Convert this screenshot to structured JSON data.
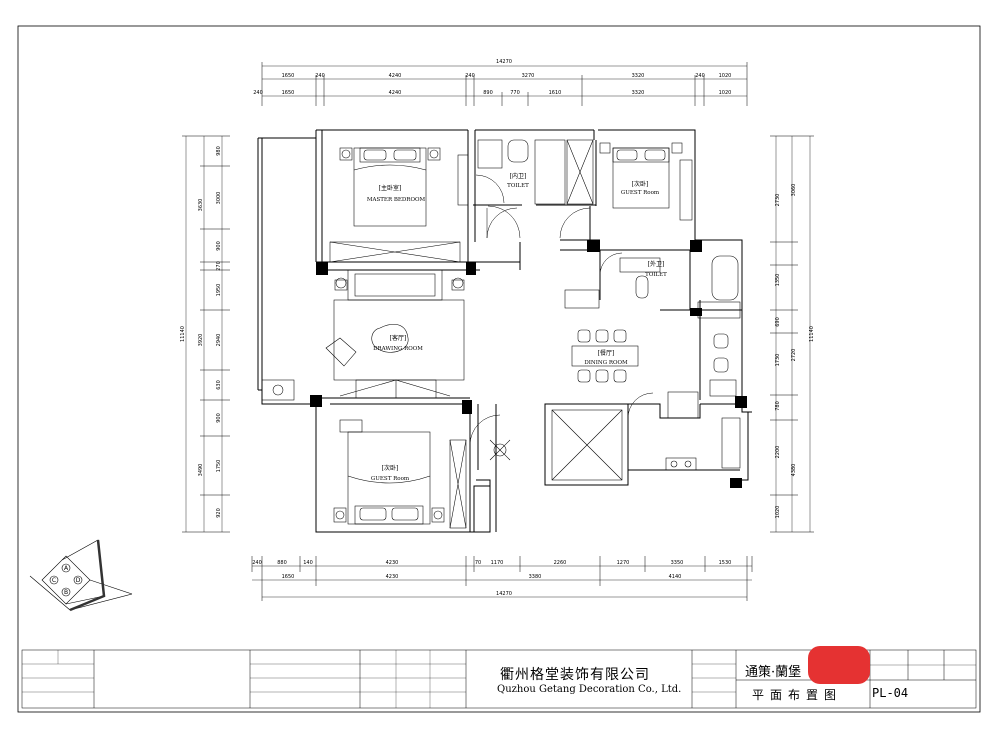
{
  "dimensions": {
    "top_total": "14270",
    "top_row1": [
      "1650",
      "240",
      "4240",
      "240",
      "3270",
      "3320",
      "240",
      "1020"
    ],
    "top_row2": [
      "240",
      "1650",
      "4240",
      "890",
      "770",
      "1610",
      "3320",
      "1020"
    ],
    "bottom_row1": [
      "240",
      "880",
      "140",
      "4230",
      "70",
      "1170",
      "2260",
      "1270",
      "3350",
      "1530"
    ],
    "bottom_row2": [
      "1650",
      "4230",
      "3380",
      "4140"
    ],
    "bottom_total": "14270",
    "left_total": "11140",
    "left_row": [
      "980",
      "3000",
      "900",
      "270",
      "1950",
      "2940",
      "630",
      "900",
      "1750",
      "920"
    ],
    "left_sub": [
      "3630",
      "3920",
      "3490"
    ],
    "right_total": "11140",
    "right_row": [
      "2730",
      "1350",
      "690",
      "1730",
      "780",
      "2200",
      "1020"
    ],
    "right_sub": [
      "3060",
      "2720",
      "4380"
    ]
  },
  "rooms": {
    "master_cn": "[主卧室]",
    "master_en": "MASTER BEDROOM",
    "toilet_in_cn": "[内卫]",
    "toilet_in_en": "TOILET",
    "guest_top_cn": "[次卧]",
    "guest_top_en": "GUEST Room",
    "toilet_out_cn": "[外卫]",
    "toilet_out_en": "TOILET",
    "living_cn": "[客厅]",
    "living_en": "DRAWING ROOM",
    "dining_cn": "[餐厅]",
    "dining_en": "DINING ROOM",
    "guest_bottom_cn": "[次卧]",
    "guest_bottom_en": "GUEST Room"
  },
  "compass": {
    "a": "A",
    "b": "B",
    "c": "C",
    "d": "D"
  },
  "title_block": {
    "company_cn": "衢州格堂装饰有限公司",
    "company_en": "Quzhou Getang Decoration Co., Ltd.",
    "project": "通策·蘭堡",
    "sheet_title": "平面布置图",
    "sheet_no": "PL-04"
  },
  "colors": {
    "line": "#000000",
    "redaction": "#e53232"
  }
}
